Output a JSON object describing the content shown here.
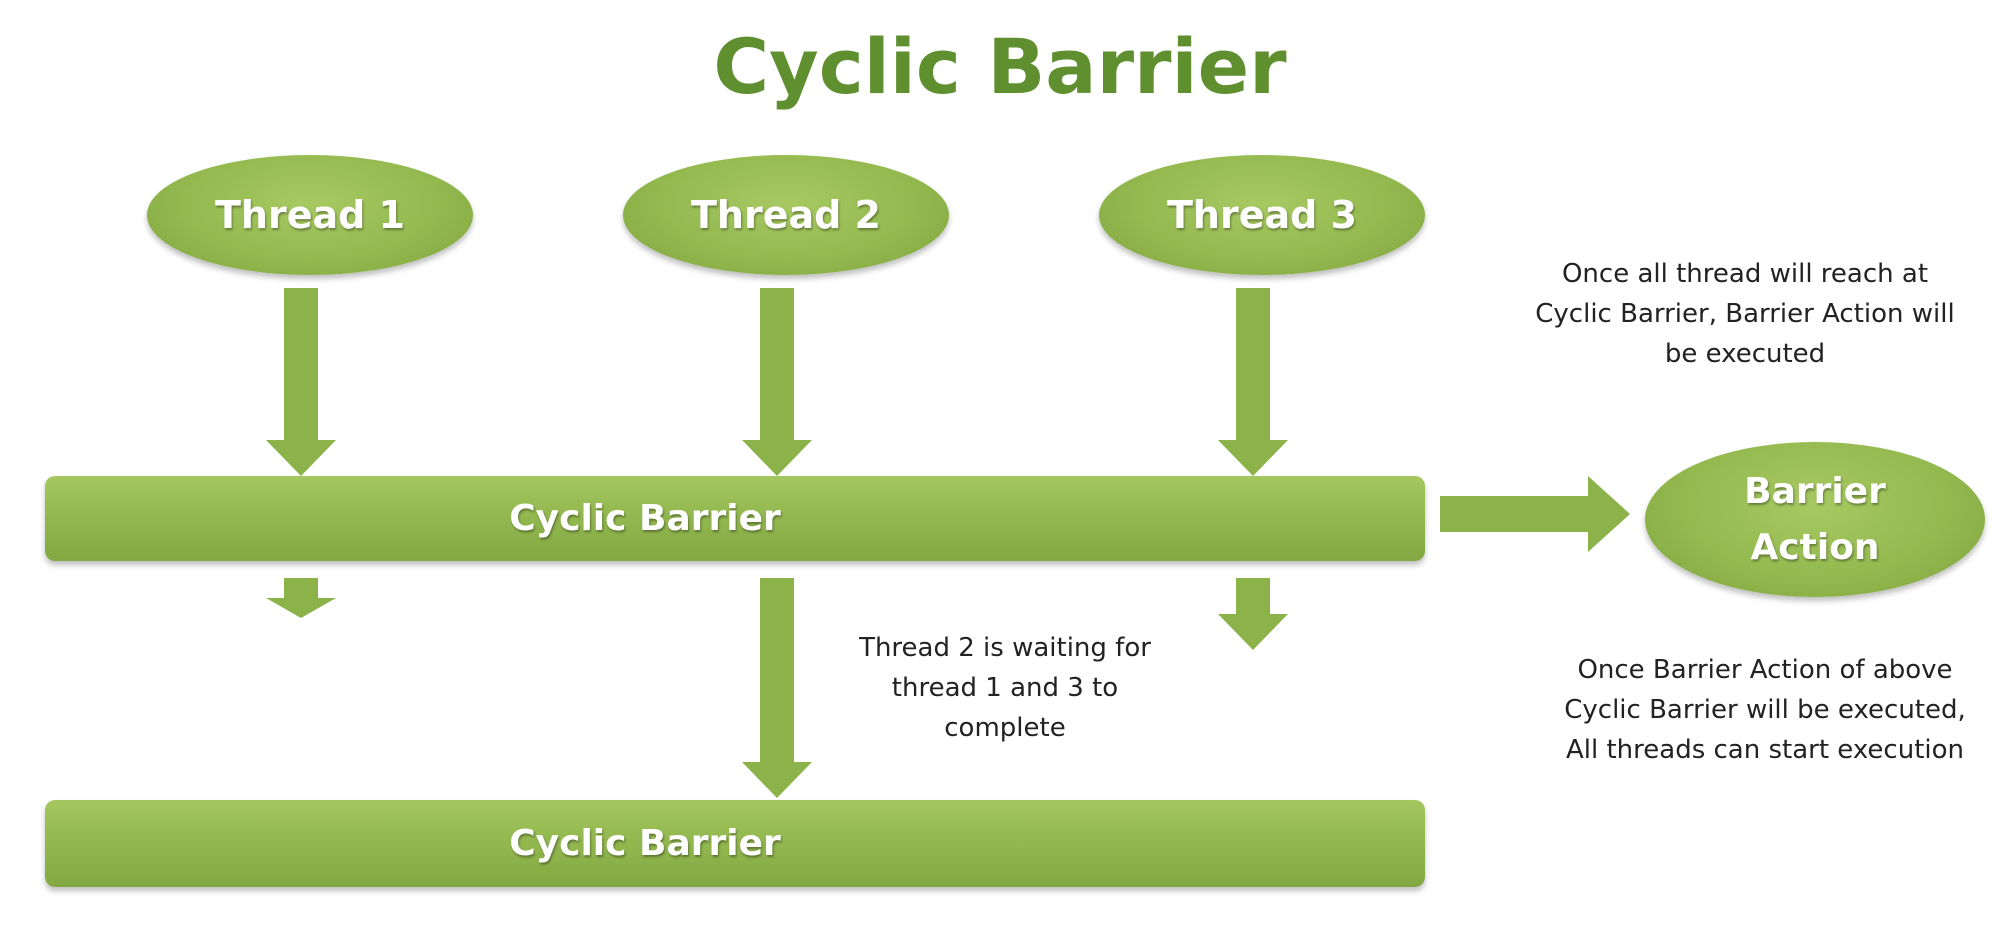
{
  "title": "Cyclic Barrier",
  "threads": [
    "Thread 1",
    "Thread 2",
    "Thread 3"
  ],
  "barriers": [
    "Cyclic Barrier",
    "Cyclic Barrier"
  ],
  "barrier_action": [
    "Barrier",
    "Action"
  ],
  "notes": {
    "all_reach": [
      "Once all thread will reach at",
      "Cyclic Barrier, Barrier Action will",
      "be executed"
    ],
    "waiting": [
      "Thread 2 is waiting for",
      "thread 1 and 3 to",
      "complete"
    ],
    "after_action": [
      "Once Barrier Action of above",
      "Cyclic Barrier will be executed,",
      "All threads can start execution"
    ]
  },
  "colors": {
    "title": "#5f8f2e",
    "shape_fill": "#93b94f",
    "text_on_shape": "#ffffff",
    "note_text": "#222222"
  }
}
